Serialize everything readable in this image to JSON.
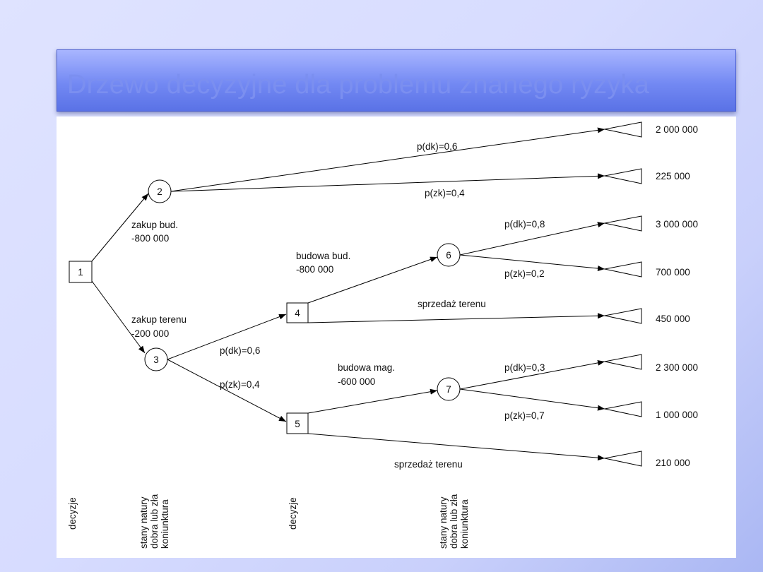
{
  "title": "Drzewo decyzyjne dla problemu znanego ryzyka",
  "nodes": {
    "n1": "1",
    "n2": "2",
    "n3": "3",
    "n4": "4",
    "n5": "5",
    "n6": "6",
    "n7": "7"
  },
  "branch_labels": {
    "zakup_bud": "zakup bud.",
    "zakup_bud_cost": "-800 000",
    "zakup_terenu": "zakup terenu",
    "zakup_terenu_cost": "-200 000",
    "n2_dk": "p(dk)=0,6",
    "n2_zk": "p(zk)=0,4",
    "n3_dk": "p(dk)=0,6",
    "n3_zk": "p(zk)=0,4",
    "budowa_bud": "budowa bud.",
    "budowa_bud_cost": "-800 000",
    "sprzedaz_terenu_4": "sprzedaż terenu",
    "n6_dk": "p(dk)=0,8",
    "n6_zk": "p(zk)=0,2",
    "budowa_mag": "budowa mag.",
    "budowa_mag_cost": "-600 000",
    "n7_dk": "p(dk)=0,3",
    "n7_zk": "p(zk)=0,7",
    "sprzedaz_terenu_5": "sprzedaż terenu"
  },
  "outcomes": [
    "2 000 000",
    "225 000",
    "3 000 000",
    "700 000",
    "450 000",
    "2 300 000",
    "1 000 000",
    "210 000"
  ],
  "column_labels": {
    "col1": [
      "decyzje"
    ],
    "col2": [
      "stany natury",
      "dobra lub zła",
      "koniunktura"
    ],
    "col3": [
      "decyzje"
    ],
    "col4": [
      "stany natury",
      "dobra lub zła",
      "koniunktura"
    ]
  }
}
